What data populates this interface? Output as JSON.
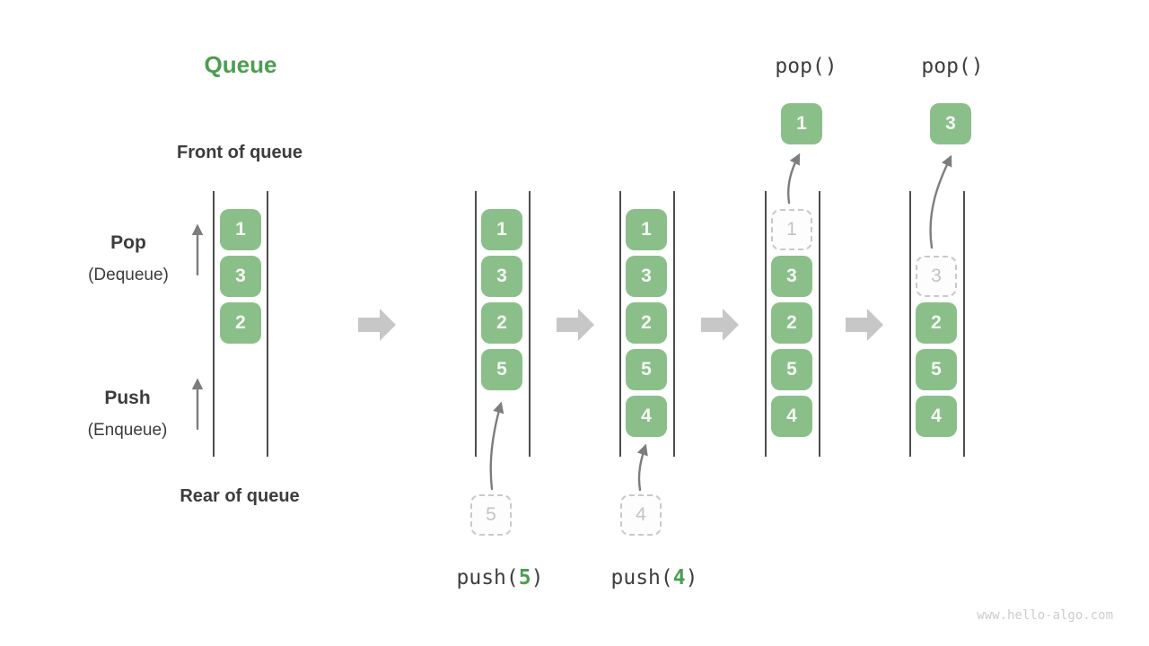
{
  "page": {
    "title": "Queue",
    "watermark": "www.hello-algo.com",
    "colors": {
      "accent_green": "#4C9D50",
      "cell_green": "#8BBF8A",
      "text_dark": "#3C3C3C",
      "ghost_gray": "#C9C9C9",
      "thin_arrow_gray": "#7D7D7D",
      "block_arrow_gray": "#C7C7C7"
    },
    "icons": {
      "right_block_arrow": "step-transition right-pointing block arrow",
      "up_thin_arrow": "direction-of-operation thin arrow"
    }
  },
  "labels": {
    "front": "Front of queue",
    "rear": "Rear of queue",
    "pop_title": "Pop",
    "pop_sub": "(Dequeue)",
    "push_title": "Push",
    "push_sub": "(Enqueue)"
  },
  "operations": {
    "push5": {
      "fn": "push(",
      "arg": "5",
      "close": ")"
    },
    "push4": {
      "fn": "push(",
      "arg": "4",
      "close": ")"
    },
    "pop1_label": "pop()",
    "pop2_label": "pop()"
  },
  "queues": [
    {
      "slots": [
        "1",
        "3",
        "2"
      ]
    },
    {
      "slots": [
        "1",
        "3",
        "2",
        "5"
      ],
      "incoming": "5"
    },
    {
      "slots": [
        "1",
        "3",
        "2",
        "5",
        "4"
      ],
      "incoming": "4"
    },
    {
      "ghost": "1",
      "slots": [
        "3",
        "2",
        "5",
        "4"
      ],
      "popped": "1"
    },
    {
      "ghost": "3",
      "slots": [
        "2",
        "5",
        "4"
      ],
      "popped": "3"
    }
  ]
}
